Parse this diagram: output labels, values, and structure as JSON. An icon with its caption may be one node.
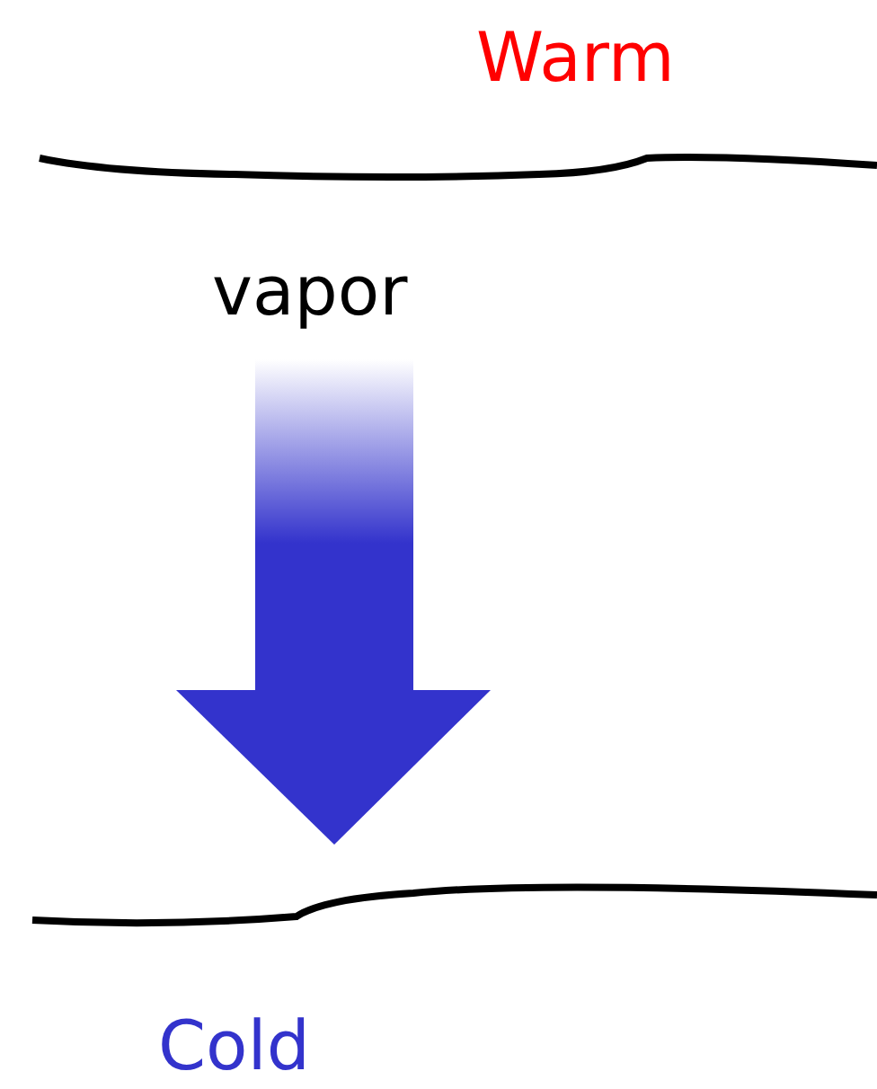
{
  "diagram": {
    "labels": [
      "Warm",
      "vapor",
      "Cold"
    ]
  }
}
